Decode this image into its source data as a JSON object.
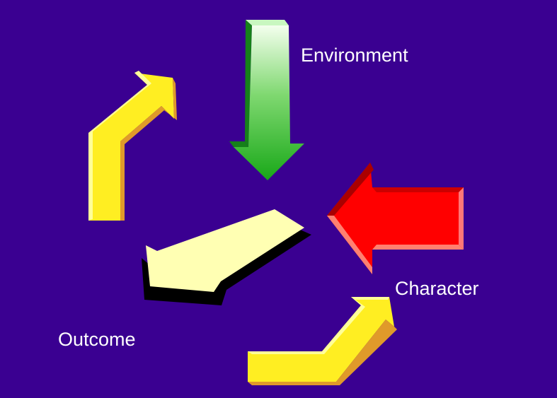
{
  "background_color": "#3a0091",
  "labels": {
    "environment": "Environment",
    "character": "Character",
    "outcome": "Outcome"
  },
  "arrows": [
    {
      "name": "environment-arrow",
      "color": "#22bb22",
      "direction": "down"
    },
    {
      "name": "character-arrow",
      "color": "#ff0000",
      "direction": "left"
    },
    {
      "name": "outcome-arrow",
      "color": "#ffffb0",
      "direction": "down-left"
    },
    {
      "name": "cycle-arrow-upper-left",
      "color": "#ffee22",
      "direction": "up-right"
    },
    {
      "name": "cycle-arrow-lower-right",
      "color": "#ffee22",
      "direction": "up-right"
    }
  ]
}
